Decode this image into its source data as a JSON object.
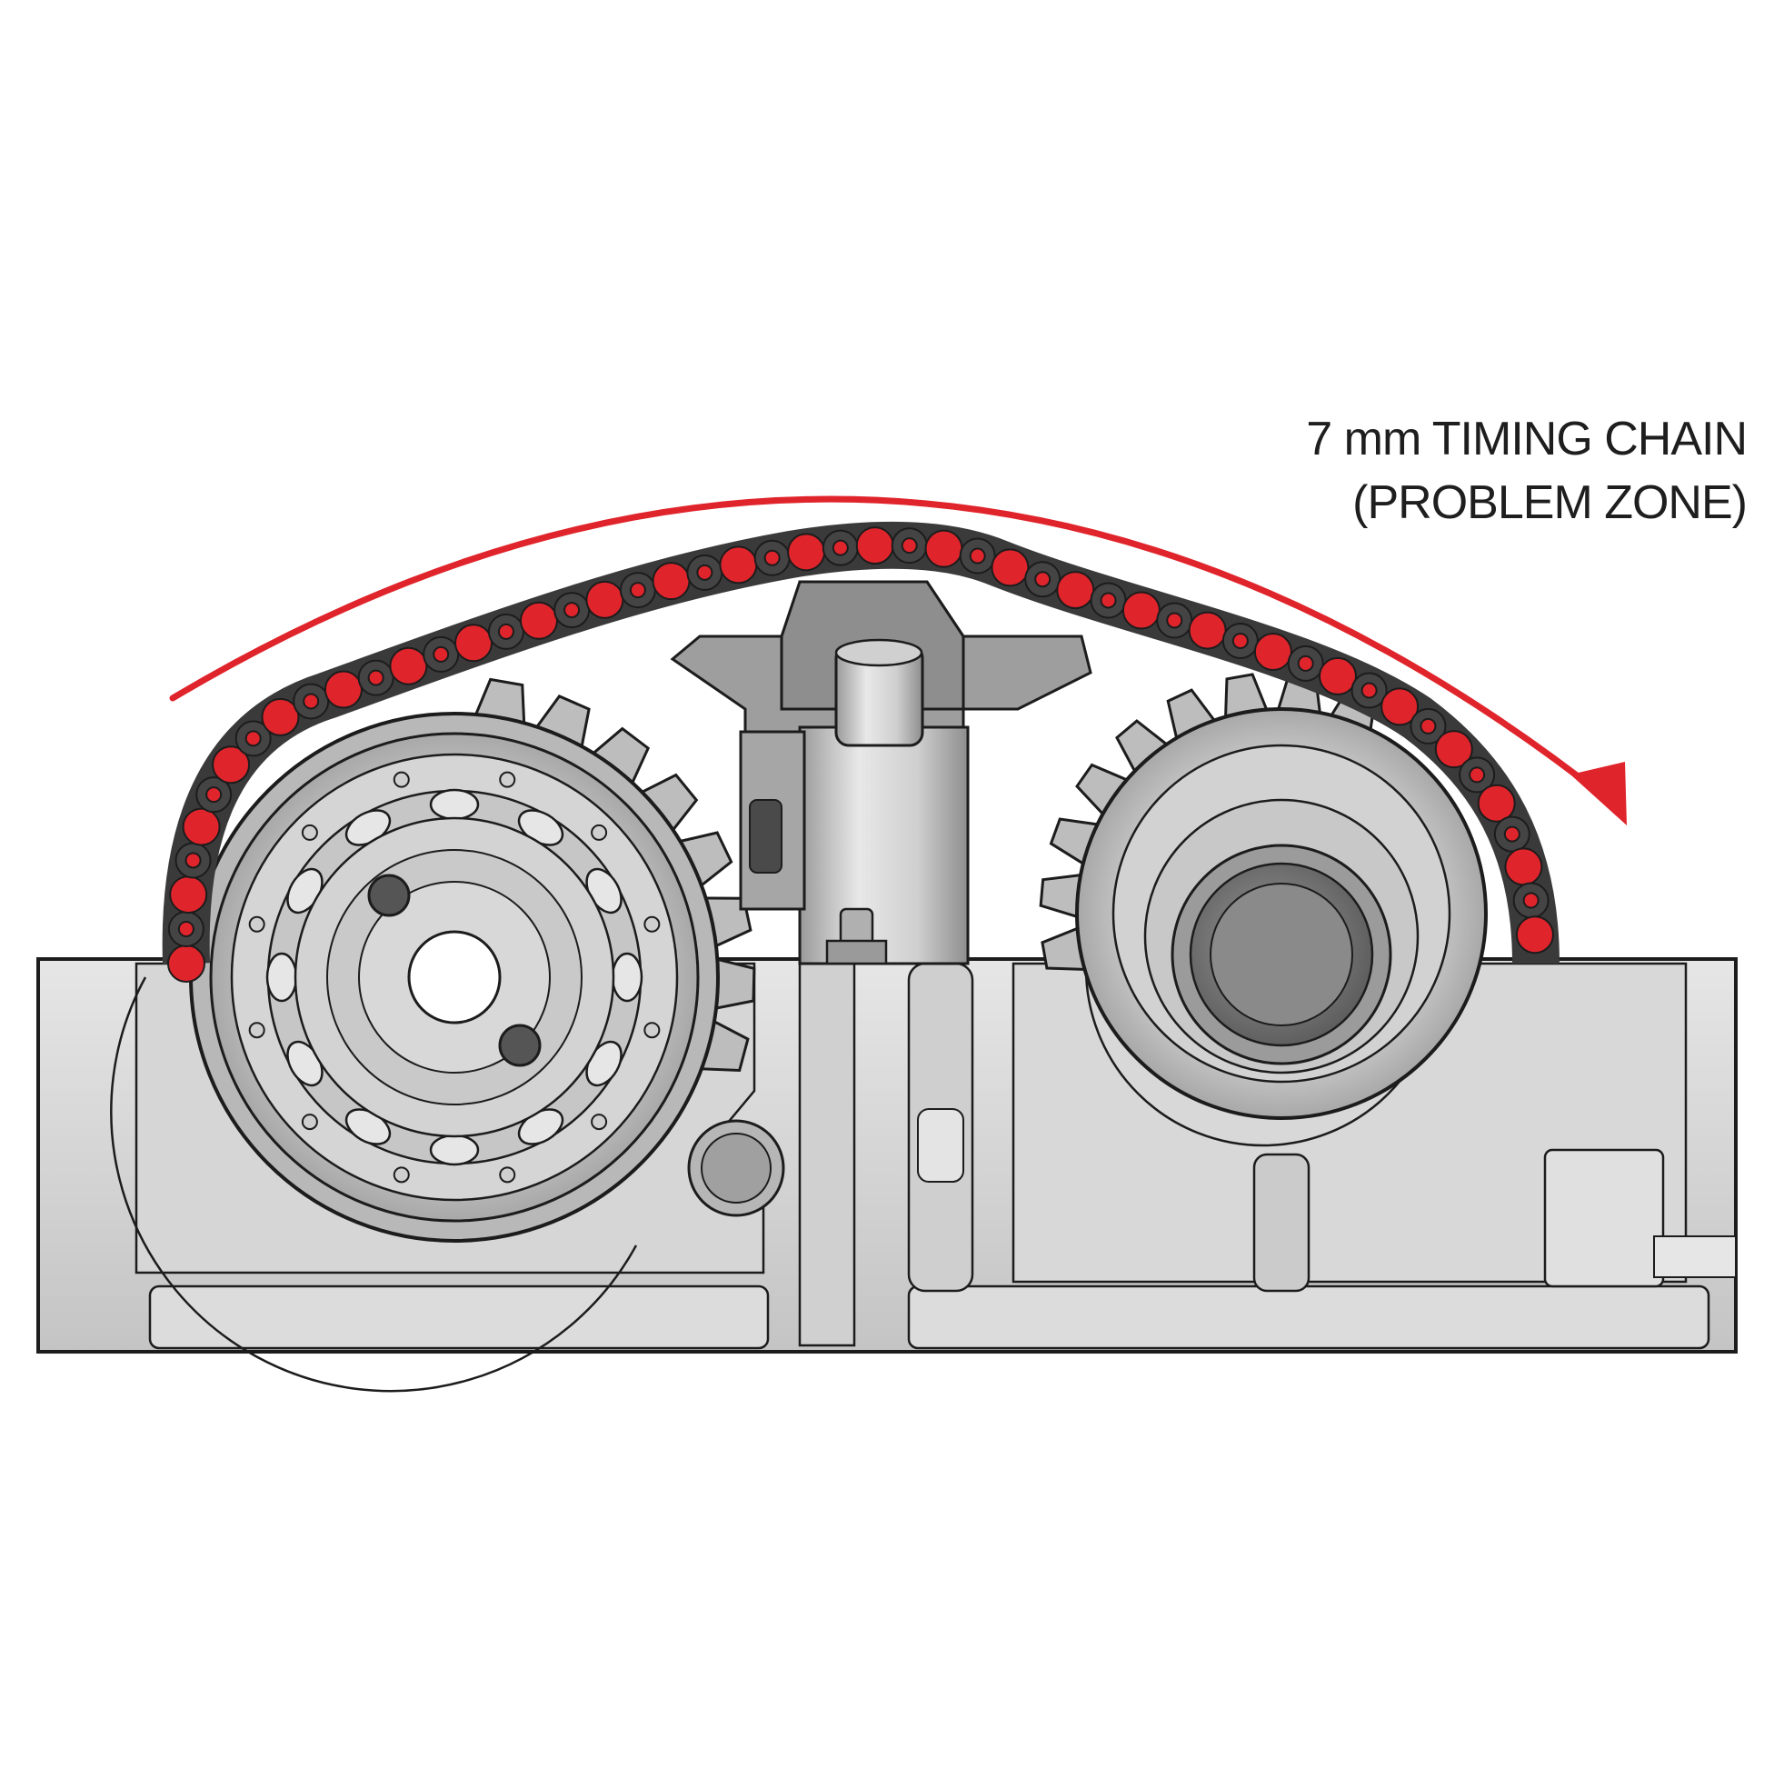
{
  "annotation": {
    "line1": "7 mm TIMING CHAIN",
    "line2": "(PROBLEM ZONE)"
  },
  "colors": {
    "background": "#ffffff",
    "arrow": "#e0242b",
    "chain_link": "#3a3a3a",
    "chain_roller": "#e0242b",
    "metal_light": "#dedede",
    "metal_mid": "#bdbdbd",
    "metal_dark": "#8a8a8a",
    "outline": "#1c1c1c"
  },
  "components": {
    "left_gear": "crankshaft-style sprocket with bearing",
    "right_gear": "camshaft sprocket",
    "center": "chain tensioner",
    "base": "engine block housing"
  }
}
